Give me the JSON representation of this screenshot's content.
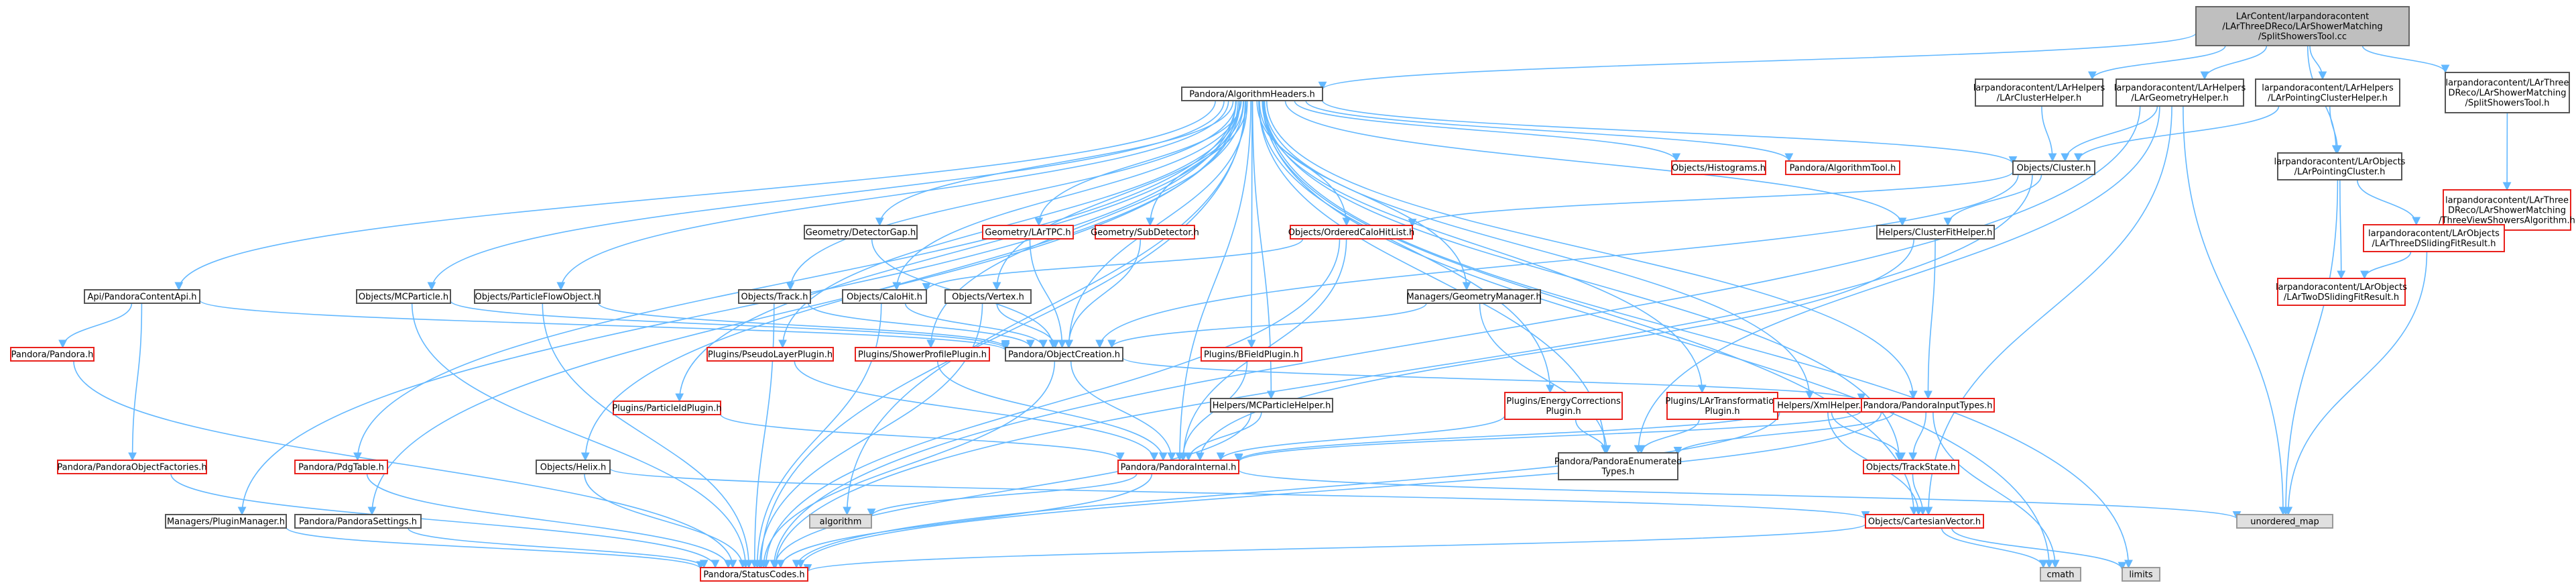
{
  "colors": {
    "edge": "#63b8ff",
    "edge_dark": "#4b9cdb",
    "node_border_default": "#555555",
    "node_border_missing": "#e8211c",
    "node_fill": "#ffffff",
    "root_fill": "#bfbfbf",
    "external_fill": "#e0e0e0",
    "external_border": "#999999"
  },
  "nodes": [
    {
      "id": "root",
      "lines": [
        "LArContent/larpandoracontent",
        "/LArThreeDReco/LArShowerMatching",
        "/SplitShowersTool.cc"
      ],
      "style": "root"
    },
    {
      "id": "algheaders",
      "lines": [
        "Pandora/AlgorithmHeaders.h"
      ],
      "style": "default"
    },
    {
      "id": "clusterhelper",
      "lines": [
        "larpandoracontent/LArHelpers",
        "/LArClusterHelper.h"
      ],
      "style": "default"
    },
    {
      "id": "geomhelper",
      "lines": [
        "larpandoracontent/LArHelpers",
        "/LArGeometryHelper.h"
      ],
      "style": "default"
    },
    {
      "id": "pointingclusterhelper",
      "lines": [
        "larpandoracontent/LArHelpers",
        "/LArPointingClusterHelper.h"
      ],
      "style": "default"
    },
    {
      "id": "splittool",
      "lines": [
        "larpandoracontent/LArThree",
        "DReco/LArShowerMatching",
        "/SplitShowersTool.h"
      ],
      "style": "default"
    },
    {
      "id": "pointingcluster",
      "lines": [
        "larpandoracontent/LArObjects",
        "/LArPointingCluster.h"
      ],
      "style": "default"
    },
    {
      "id": "threeviewalg",
      "lines": [
        "larpandoracontent/LArThree",
        "DReco/LArShowerMatching",
        "/ThreeViewShowersAlgorithm.h"
      ],
      "style": "missing"
    },
    {
      "id": "threedsliding",
      "lines": [
        "larpandoracontent/LArObjects",
        "/LArThreeDSlidingFitResult.h"
      ],
      "style": "missing"
    },
    {
      "id": "twodsliding",
      "lines": [
        "larpandoracontent/LArObjects",
        "/LArTwoDSlidingFitResult.h"
      ],
      "style": "missing"
    },
    {
      "id": "objcluster",
      "lines": [
        "Objects/Cluster.h"
      ],
      "style": "default"
    },
    {
      "id": "histograms",
      "lines": [
        "Objects/Histograms.h"
      ],
      "style": "missing"
    },
    {
      "id": "algtool",
      "lines": [
        "Pandora/AlgorithmTool.h"
      ],
      "style": "missing"
    },
    {
      "id": "clusterfithelper",
      "lines": [
        "Helpers/ClusterFitHelper.h"
      ],
      "style": "default"
    },
    {
      "id": "orderedcalohitlist",
      "lines": [
        "Objects/OrderedCaloHitList.h"
      ],
      "style": "missing"
    },
    {
      "id": "detectorgap",
      "lines": [
        "Geometry/DetectorGap.h"
      ],
      "style": "default"
    },
    {
      "id": "lartpc",
      "lines": [
        "Geometry/LArTPC.h"
      ],
      "style": "missing"
    },
    {
      "id": "subdetector",
      "lines": [
        "Geometry/SubDetector.h"
      ],
      "style": "missing"
    },
    {
      "id": "apicontent",
      "lines": [
        "Api/PandoraContentApi.h"
      ],
      "style": "default"
    },
    {
      "id": "mcparticle",
      "lines": [
        "Objects/MCParticle.h"
      ],
      "style": "default"
    },
    {
      "id": "pfo",
      "lines": [
        "Objects/ParticleFlowObject.h"
      ],
      "style": "default"
    },
    {
      "id": "track",
      "lines": [
        "Objects/Track.h"
      ],
      "style": "default"
    },
    {
      "id": "calohit",
      "lines": [
        "Objects/CaloHit.h"
      ],
      "style": "default"
    },
    {
      "id": "vertex",
      "lines": [
        "Objects/Vertex.h"
      ],
      "style": "default"
    },
    {
      "id": "geommanager",
      "lines": [
        "Managers/GeometryManager.h"
      ],
      "style": "default"
    },
    {
      "id": "pandora",
      "lines": [
        "Pandora/Pandora.h"
      ],
      "style": "missing"
    },
    {
      "id": "pseudolayer",
      "lines": [
        "Plugins/PseudoLayerPlugin.h"
      ],
      "style": "missing"
    },
    {
      "id": "showerprofile",
      "lines": [
        "Plugins/ShowerProfilePlugin.h"
      ],
      "style": "missing"
    },
    {
      "id": "objectcreation",
      "lines": [
        "Pandora/ObjectCreation.h"
      ],
      "style": "default"
    },
    {
      "id": "bfield",
      "lines": [
        "Plugins/BFieldPlugin.h"
      ],
      "style": "missing"
    },
    {
      "id": "particleid",
      "lines": [
        "Plugins/ParticleIdPlugin.h"
      ],
      "style": "missing"
    },
    {
      "id": "mcparticlehelper",
      "lines": [
        "Helpers/MCParticleHelper.h"
      ],
      "style": "default"
    },
    {
      "id": "energycorr",
      "lines": [
        "Plugins/EnergyCorrections",
        "Plugin.h"
      ],
      "style": "missing"
    },
    {
      "id": "lartransform",
      "lines": [
        "Plugins/LArTransformation",
        "Plugin.h"
      ],
      "style": "missing"
    },
    {
      "id": "xmlhelper",
      "lines": [
        "Helpers/XmlHelper.h"
      ],
      "style": "missing"
    },
    {
      "id": "inputtypes",
      "lines": [
        "Pandora/PandoraInputTypes.h"
      ],
      "style": "missing"
    },
    {
      "id": "objectfactories",
      "lines": [
        "Pandora/PandoraObjectFactories.h"
      ],
      "style": "missing"
    },
    {
      "id": "pdgtable",
      "lines": [
        "Pandora/PdgTable.h"
      ],
      "style": "missing"
    },
    {
      "id": "helix",
      "lines": [
        "Objects/Helix.h"
      ],
      "style": "default"
    },
    {
      "id": "internal",
      "lines": [
        "Pandora/PandoraInternal.h"
      ],
      "style": "missing"
    },
    {
      "id": "enumerated",
      "lines": [
        "Pandora/PandoraEnumerated",
        "Types.h"
      ],
      "style": "default"
    },
    {
      "id": "trackstate",
      "lines": [
        "Objects/TrackState.h"
      ],
      "style": "missing"
    },
    {
      "id": "pluginmanager",
      "lines": [
        "Managers/PluginManager.h"
      ],
      "style": "default"
    },
    {
      "id": "settings",
      "lines": [
        "Pandora/PandoraSettings.h"
      ],
      "style": "default"
    },
    {
      "id": "algorithm",
      "lines": [
        "algorithm"
      ],
      "style": "external"
    },
    {
      "id": "unorderedmap",
      "lines": [
        "unordered_map"
      ],
      "style": "external"
    },
    {
      "id": "cartesian",
      "lines": [
        "Objects/CartesianVector.h"
      ],
      "style": "missing"
    },
    {
      "id": "statuscodes",
      "lines": [
        "Pandora/StatusCodes.h"
      ],
      "style": "missing"
    },
    {
      "id": "cmath",
      "lines": [
        "cmath"
      ],
      "style": "external"
    },
    {
      "id": "limits",
      "lines": [
        "limits"
      ],
      "style": "external"
    }
  ],
  "edges": [
    [
      "root",
      "algheaders"
    ],
    [
      "root",
      "clusterhelper"
    ],
    [
      "root",
      "geomhelper"
    ],
    [
      "root",
      "pointingclusterhelper"
    ],
    [
      "root",
      "splittool"
    ],
    [
      "root",
      "pointingcluster"
    ],
    [
      "splittool",
      "threeviewalg"
    ],
    [
      "pointingcluster",
      "threedsliding"
    ],
    [
      "pointingcluster",
      "twodsliding"
    ],
    [
      "pointingcluster",
      "unorderedmap"
    ],
    [
      "threedsliding",
      "twodsliding"
    ],
    [
      "threedsliding",
      "unorderedmap"
    ],
    [
      "clusterhelper",
      "objcluster"
    ],
    [
      "geomhelper",
      "objcluster"
    ],
    [
      "geomhelper",
      "enumerated"
    ],
    [
      "geomhelper",
      "unorderedmap"
    ],
    [
      "geomhelper",
      "statuscodes"
    ],
    [
      "geomhelper",
      "cartesian"
    ],
    [
      "pointingclusterhelper",
      "objcluster"
    ],
    [
      "pointingclusterhelper",
      "pointingcluster"
    ],
    [
      "algheaders",
      "objcluster"
    ],
    [
      "algheaders",
      "histograms"
    ],
    [
      "algheaders",
      "algtool"
    ],
    [
      "algheaders",
      "clusterfithelper"
    ],
    [
      "algheaders",
      "orderedcalohitlist"
    ],
    [
      "algheaders",
      "detectorgap"
    ],
    [
      "algheaders",
      "lartpc"
    ],
    [
      "algheaders",
      "subdetector"
    ],
    [
      "algheaders",
      "apicontent"
    ],
    [
      "algheaders",
      "mcparticle"
    ],
    [
      "algheaders",
      "pfo"
    ],
    [
      "algheaders",
      "track"
    ],
    [
      "algheaders",
      "calohit"
    ],
    [
      "algheaders",
      "vertex"
    ],
    [
      "algheaders",
      "geommanager"
    ],
    [
      "algheaders",
      "pseudolayer"
    ],
    [
      "algheaders",
      "showerprofile"
    ],
    [
      "algheaders",
      "objectcreation"
    ],
    [
      "algheaders",
      "bfield"
    ],
    [
      "algheaders",
      "particleid"
    ],
    [
      "algheaders",
      "mcparticlehelper"
    ],
    [
      "algheaders",
      "energycorr"
    ],
    [
      "algheaders",
      "lartransform"
    ],
    [
      "algheaders",
      "xmlhelper"
    ],
    [
      "algheaders",
      "inputtypes"
    ],
    [
      "algheaders",
      "pdgtable"
    ],
    [
      "algheaders",
      "helix"
    ],
    [
      "algheaders",
      "internal"
    ],
    [
      "algheaders",
      "enumerated"
    ],
    [
      "algheaders",
      "trackstate"
    ],
    [
      "algheaders",
      "pluginmanager"
    ],
    [
      "algheaders",
      "settings"
    ],
    [
      "algheaders",
      "algorithm"
    ],
    [
      "algheaders",
      "cartesian"
    ],
    [
      "algheaders",
      "statuscodes"
    ],
    [
      "algheaders",
      "cmath"
    ],
    [
      "algheaders",
      "limits"
    ],
    [
      "objcluster",
      "orderedcalohitlist"
    ],
    [
      "objcluster",
      "clusterfithelper"
    ],
    [
      "objcluster",
      "objectcreation"
    ],
    [
      "objcluster",
      "statuscodes"
    ],
    [
      "clusterfithelper",
      "inputtypes"
    ],
    [
      "clusterfithelper",
      "internal"
    ],
    [
      "orderedcalohitlist",
      "calohit"
    ],
    [
      "orderedcalohitlist",
      "internal"
    ],
    [
      "orderedcalohitlist",
      "statuscodes"
    ],
    [
      "detectorgap",
      "objectcreation"
    ],
    [
      "lartpc",
      "objectcreation"
    ],
    [
      "subdetector",
      "objectcreation"
    ],
    [
      "apicontent",
      "pandora"
    ],
    [
      "apicontent",
      "objectcreation"
    ],
    [
      "apicontent",
      "objectfactories"
    ],
    [
      "pandora",
      "statuscodes"
    ],
    [
      "mcparticle",
      "objectcreation"
    ],
    [
      "mcparticle",
      "statuscodes"
    ],
    [
      "pfo",
      "objectcreation"
    ],
    [
      "pfo",
      "statuscodes"
    ],
    [
      "track",
      "objectcreation"
    ],
    [
      "track",
      "statuscodes"
    ],
    [
      "calohit",
      "objectcreation"
    ],
    [
      "calohit",
      "statuscodes"
    ],
    [
      "vertex",
      "objectcreation"
    ],
    [
      "vertex",
      "statuscodes"
    ],
    [
      "geommanager",
      "objectcreation"
    ],
    [
      "geommanager",
      "enumerated"
    ],
    [
      "objectcreation",
      "inputtypes"
    ],
    [
      "objectcreation",
      "internal"
    ],
    [
      "objectcreation",
      "statuscodes"
    ],
    [
      "pseudolayer",
      "internal"
    ],
    [
      "showerprofile",
      "internal"
    ],
    [
      "bfield",
      "internal"
    ],
    [
      "particleid",
      "internal"
    ],
    [
      "mcparticlehelper",
      "internal"
    ],
    [
      "mcparticlehelper",
      "statuscodes"
    ],
    [
      "energycorr",
      "internal"
    ],
    [
      "energycorr",
      "enumerated"
    ],
    [
      "lartransform",
      "enumerated"
    ],
    [
      "xmlhelper",
      "internal"
    ],
    [
      "xmlhelper",
      "trackstate"
    ],
    [
      "xmlhelper",
      "cartesian"
    ],
    [
      "xmlhelper",
      "statuscodes"
    ],
    [
      "inputtypes",
      "internal"
    ],
    [
      "inputtypes",
      "enumerated"
    ],
    [
      "inputtypes",
      "trackstate"
    ],
    [
      "inputtypes",
      "statuscodes"
    ],
    [
      "inputtypes",
      "cmath"
    ],
    [
      "objectfactories",
      "statuscodes"
    ],
    [
      "pdgtable",
      "statuscodes"
    ],
    [
      "helix",
      "cartesian"
    ],
    [
      "helix",
      "statuscodes"
    ],
    [
      "internal",
      "algorithm"
    ],
    [
      "internal",
      "unorderedmap"
    ],
    [
      "internal",
      "statuscodes"
    ],
    [
      "trackstate",
      "cartesian"
    ],
    [
      "pluginmanager",
      "statuscodes"
    ],
    [
      "settings",
      "statuscodes"
    ],
    [
      "cartesian",
      "statuscodes"
    ],
    [
      "cartesian",
      "cmath"
    ],
    [
      "cartesian",
      "limits"
    ]
  ]
}
